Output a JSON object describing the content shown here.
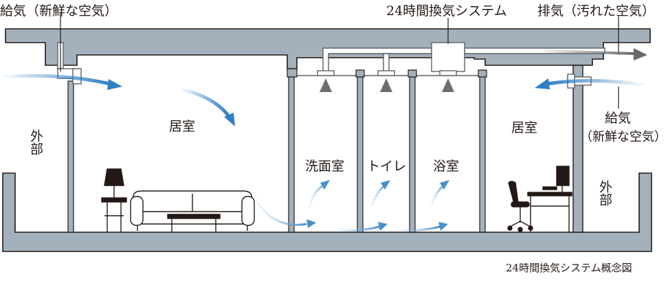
{
  "labels": {
    "supply_left": "給気（新鮮な空気）",
    "system": "24時間換気システム",
    "exhaust": "排気（汚れた空気）",
    "outside_left": "外部",
    "living_left": "居室",
    "washroom": "洗面室",
    "toilet": "トイレ",
    "bathroom": "浴室",
    "living_right": "居室",
    "supply_right_line1": "給気",
    "supply_right_line2": "（新鮮な空気）",
    "outside_right": "外部",
    "caption": "24時間換気システム概念図"
  },
  "colors": {
    "wall": "#a3b1bd",
    "wall_stroke": "#231815",
    "duct_stroke": "#5a6068",
    "fresh_air": "#2f7fc4",
    "stale_air": "#7a7a7a",
    "text": "#231815"
  }
}
